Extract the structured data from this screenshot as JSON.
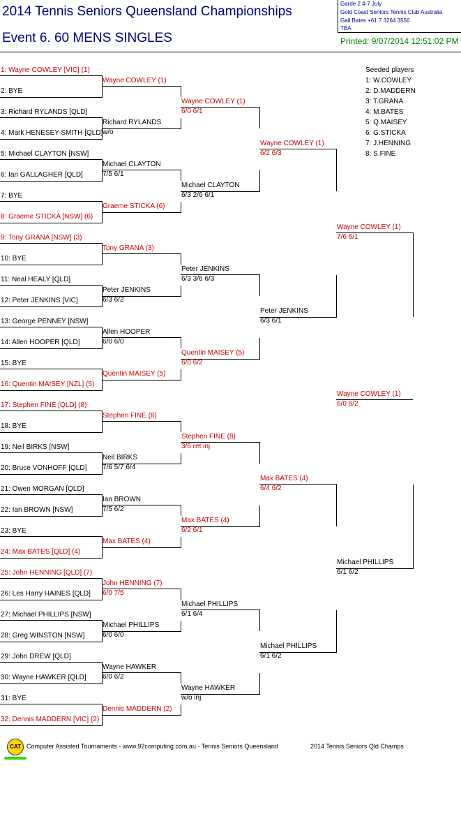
{
  "header": {
    "title": "2014 Tennis Seniors Queensland Championships",
    "event": "Event 6. 60 MENS SINGLES",
    "info": [
      "Garde 2    4-7 July",
      "Gold Coast Seniors Tennis Club    Australia",
      "Gail Bates    +61 7 3264 3556",
      "TBA"
    ],
    "printed": "Printed: 9/07/2014 12:51:02 PM"
  },
  "round1": [
    {
      "name": "1: Wayne COWLEY [VIC] (1)",
      "seed": true
    },
    {
      "name": "2: BYE",
      "seed": false
    },
    {
      "name": "3: Richard RYLANDS [QLD]",
      "seed": false
    },
    {
      "name": "4: Mark HENESEY-SMITH [QLD]",
      "seed": false
    },
    {
      "name": "5: Michael CLAYTON [NSW]",
      "seed": false
    },
    {
      "name": "6: Ian GALLAGHER [QLD]",
      "seed": false
    },
    {
      "name": "7: BYE",
      "seed": false
    },
    {
      "name": "8: Graeme STICKA [NSW] (6)",
      "seed": true
    },
    {
      "name": "9: Tony GRANA [NSW] (3)",
      "seed": true
    },
    {
      "name": "10: BYE",
      "seed": false
    },
    {
      "name": "11: Neal HEALY [QLD]",
      "seed": false
    },
    {
      "name": "12: Peter JENKINS [VIC]",
      "seed": false
    },
    {
      "name": "13: George PENNEY [NSW]",
      "seed": false
    },
    {
      "name": "14: Allen HOOPER [QLD]",
      "seed": false
    },
    {
      "name": "15: BYE",
      "seed": false
    },
    {
      "name": "16: Quentin MAISEY [NZL] (5)",
      "seed": true
    },
    {
      "name": "17: Stephen FINE [QLD] (8)",
      "seed": true
    },
    {
      "name": "18: BYE",
      "seed": false
    },
    {
      "name": "19: Neil BIRKS [NSW]",
      "seed": false
    },
    {
      "name": "20: Bruce VONHOFF [QLD]",
      "seed": false
    },
    {
      "name": "21: Owen MORGAN [QLD]",
      "seed": false
    },
    {
      "name": "22: Ian BROWN [NSW]",
      "seed": false
    },
    {
      "name": "23: BYE",
      "seed": false
    },
    {
      "name": "24: Max BATES [QLD] (4)",
      "seed": true
    },
    {
      "name": "25: John HENNING [QLD] (7)",
      "seed": true
    },
    {
      "name": "26: Les Harry HAINES [QLD]",
      "seed": false
    },
    {
      "name": "27: Michael PHILLIPS [NSW]",
      "seed": false
    },
    {
      "name": "28: Greg WINSTON [NSW]",
      "seed": false
    },
    {
      "name": "29: John DREW [QLD]",
      "seed": false
    },
    {
      "name": "30: Wayne HAWKER [QLD]",
      "seed": false
    },
    {
      "name": "31: BYE",
      "seed": false
    },
    {
      "name": "32: Dennis MADDERN [VIC] (2)",
      "seed": true
    }
  ],
  "round2": [
    {
      "name": "Wayne COWLEY (1)",
      "score": "",
      "seed": true
    },
    {
      "name": "Richard RYLANDS",
      "score": "w/o",
      "seed": false
    },
    {
      "name": "Michael CLAYTON",
      "score": "7/5 6/1",
      "seed": false
    },
    {
      "name": "Graeme STICKA (6)",
      "score": "",
      "seed": true
    },
    {
      "name": "Tony GRANA (3)",
      "score": "",
      "seed": true
    },
    {
      "name": "Peter JENKINS",
      "score": "6/3 6/2",
      "seed": false
    },
    {
      "name": "Allen HOOPER",
      "score": "6/0 6/0",
      "seed": false
    },
    {
      "name": "Quentin MAISEY (5)",
      "score": "",
      "seed": true
    },
    {
      "name": "Stephen FINE (8)",
      "score": "",
      "seed": true
    },
    {
      "name": "Neil BIRKS",
      "score": "7/6 5/7 6/4",
      "seed": false
    },
    {
      "name": "Ian BROWN",
      "score": "7/5 6/2",
      "seed": false
    },
    {
      "name": "Max BATES (4)",
      "score": "",
      "seed": true
    },
    {
      "name": "John HENNING (7)",
      "score": "6/0 7/5",
      "seed": true
    },
    {
      "name": "Michael PHILLIPS",
      "score": "6/0 6/0",
      "seed": false
    },
    {
      "name": "Wayne HAWKER",
      "score": "6/0 6/2",
      "seed": false
    },
    {
      "name": "Dennis MADDERN (2)",
      "score": "",
      "seed": true
    }
  ],
  "round3": [
    {
      "name": "Wayne COWLEY (1)",
      "score": "6/0 6/1",
      "seed": true
    },
    {
      "name": "Michael CLAYTON",
      "score": "6/3 2/6 6/1",
      "seed": false
    },
    {
      "name": "Peter JENKINS",
      "score": "6/3 3/6 6/3",
      "seed": false
    },
    {
      "name": "Quentin MAISEY (5)",
      "score": "6/0 6/2",
      "seed": true
    },
    {
      "name": "Stephen FINE (8)",
      "score": "3/6 ret inj",
      "seed": true
    },
    {
      "name": "Max BATES (4)",
      "score": "6/2 6/1",
      "seed": true
    },
    {
      "name": "Michael PHILLIPS",
      "score": "6/1 6/4",
      "seed": false
    },
    {
      "name": "Wayne HAWKER",
      "score": "w/o inj",
      "seed": false
    }
  ],
  "round4": [
    {
      "name": "Wayne COWLEY (1)",
      "score": "6/2 6/3",
      "seed": true
    },
    {
      "name": "Peter JENKINS",
      "score": "6/3 6/1",
      "seed": false
    },
    {
      "name": "Max BATES (4)",
      "score": "6/4 6/2",
      "seed": true
    },
    {
      "name": "Michael PHILLIPS",
      "score": "6/1 6/2",
      "seed": false
    }
  ],
  "round5": [
    {
      "name": "Wayne COWLEY (1)",
      "score": "7/6 6/1",
      "seed": true
    },
    {
      "name": "Michael PHILLIPS",
      "score": "6/1 6/2",
      "seed": false
    }
  ],
  "final": {
    "name": "Wayne COWLEY (1)",
    "score": "6/0 6/2",
    "seed": true
  },
  "seeded": {
    "title": "Seeded players",
    "players": [
      "1: W.COWLEY",
      "2: D.MADDERN",
      "3: T.GRANA",
      "4: M.BATES",
      "5: Q.MAISEY",
      "6: G.STICKA",
      "7: J.HENNING",
      "8: S.FINE"
    ]
  },
  "footer": {
    "logo": "CAT",
    "left": "Computer Assisted Tournaments - www.92computing.com.au -  Tennis Seniors Queensland",
    "right": "2014 Tennis Seniors Qld Champs"
  },
  "colors": {
    "seed": "#cc0000",
    "title": "#000080",
    "printed": "#008000",
    "logo": "#ffd500"
  }
}
